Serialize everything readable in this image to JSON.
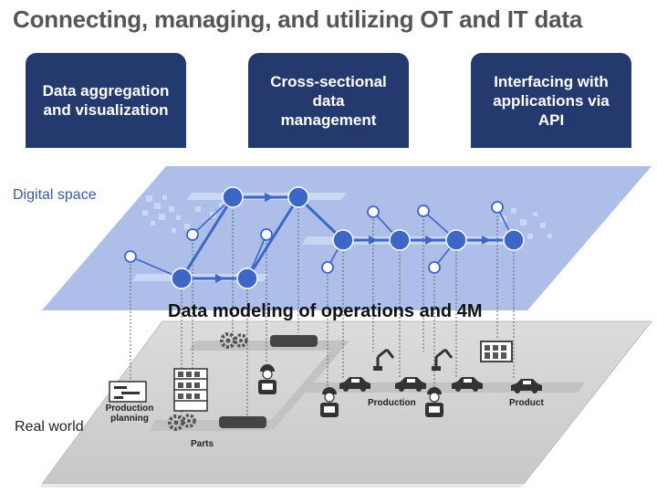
{
  "title": "Connecting, managing, and utilizing OT and IT data",
  "boxes": [
    {
      "label": "Data aggregation and visualization"
    },
    {
      "label": "Cross-sectional data management"
    },
    {
      "label": "Interfacing with applications via API"
    }
  ],
  "layers": {
    "digital_label": "Digital space",
    "real_label": "Real world",
    "modeling_label": "Data modeling of operations and 4M"
  },
  "real_world_labels": {
    "production_planning": "Production planning",
    "parts": "Parts",
    "production": "Production",
    "product": "Product"
  },
  "colors": {
    "box_fill": "#243a6e",
    "digital_plane": "#a9bbe8",
    "real_plane": "#d4d4d4",
    "node_fill": "#3d66c9",
    "title_text": "#555555"
  }
}
